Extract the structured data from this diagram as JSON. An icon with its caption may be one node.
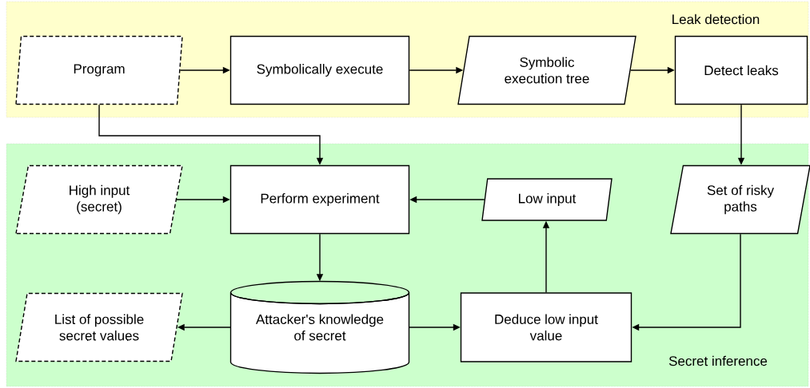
{
  "diagram": {
    "nodes": [
      {
        "text": [
          "Leak detection"
        ]
      },
      {
        "text": [
          "Program"
        ],
        "in": 0
      },
      {
        "text": [
          "Symbolically execute"
        ],
        "in": 0
      },
      {
        "text": [
          "Symbolic execution tree"
        ],
        "in": 0
      },
      {
        "text": [
          "Detect leaks"
        ],
        "in": 0
      },
      {
        "text": [
          "Secret inference"
        ]
      },
      {
        "text": [
          "High input (secret)"
        ],
        "in": 5
      },
      {
        "text": [
          "Perform experiment"
        ],
        "in": 5
      },
      {
        "text": [
          "Low input"
        ],
        "in": 5
      },
      {
        "text": [
          "Set of risky paths"
        ],
        "in": 5
      },
      {
        "text": [
          "List of possible secret values"
        ],
        "in": 5
      },
      {
        "text": [
          "Attacker's knowledge of secret"
        ],
        "in": 5
      },
      {
        "text": [
          "Deduce low input value"
        ],
        "in": 5
      }
    ],
    "edges": [
      {
        "from": 1,
        "to": 2,
        "arrow": "to"
      },
      {
        "from": 2,
        "to": 3,
        "arrow": "to"
      },
      {
        "from": 3,
        "to": 4,
        "arrow": "to"
      },
      {
        "from": 1,
        "to": 7,
        "arrow": "to"
      },
      {
        "from": 4,
        "to": 9,
        "arrow": "to"
      },
      {
        "from": 6,
        "to": 7,
        "arrow": "to"
      },
      {
        "from": 8,
        "to": 7,
        "arrow": "to"
      },
      {
        "from": 7,
        "to": 11,
        "arrow": "to"
      },
      {
        "from": 11,
        "to": 10,
        "arrow": "to"
      },
      {
        "from": 11,
        "to": 12,
        "arrow": "to"
      },
      {
        "from": 12,
        "to": 8,
        "arrow": "to"
      },
      {
        "from": 9,
        "to": 12,
        "arrow": "to"
      }
    ]
  }
}
